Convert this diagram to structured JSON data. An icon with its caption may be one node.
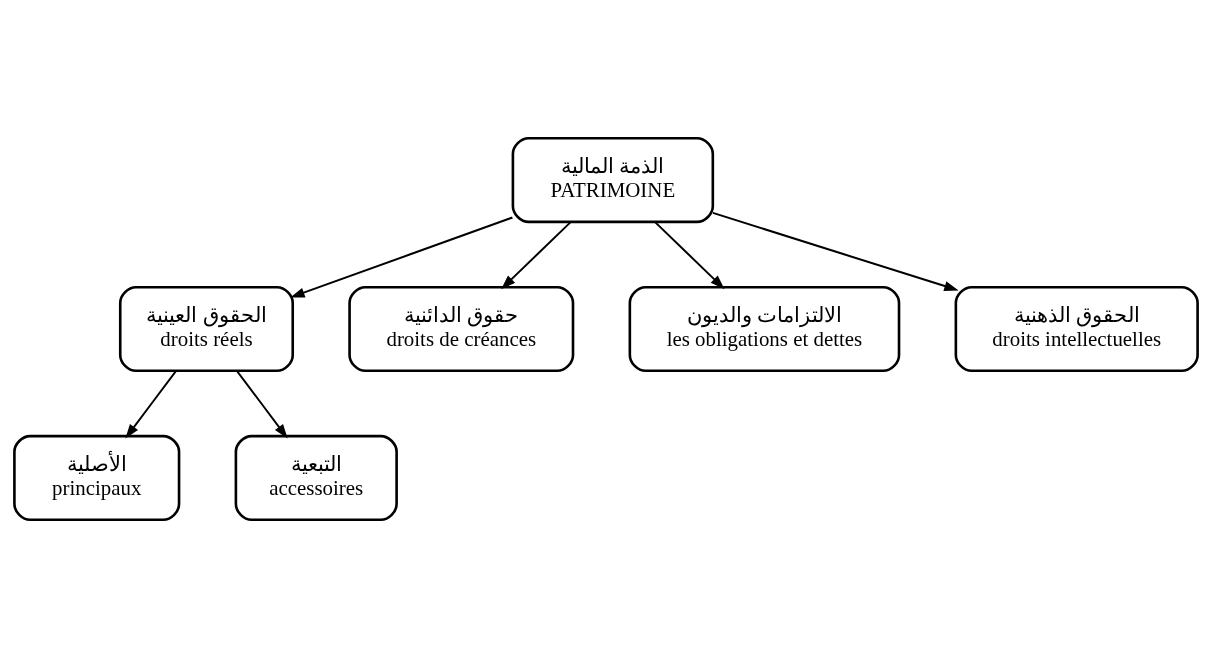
{
  "diagram": {
    "nodes": [
      {
        "text": [
          "الذمة المالية",
          "PATRIMOINE"
        ]
      },
      {
        "text": [
          "الحقوق العينية",
          "droits réels"
        ]
      },
      {
        "text": [
          "الأصلية",
          "principaux"
        ]
      },
      {
        "text": [
          "التبعية",
          "accessoires"
        ]
      },
      {
        "text": [
          "حقوق الدائنية",
          "droits de créances"
        ]
      },
      {
        "text": [
          "الالتزامات والديون",
          "les obligations et dettes"
        ]
      },
      {
        "text": [
          "الحقوق الذهنية",
          "droits intellectuelles"
        ]
      }
    ],
    "edges": [
      {
        "from": 0,
        "to": 5,
        "arrow": "to"
      },
      {
        "from": 0,
        "to": 1,
        "arrow": "to"
      },
      {
        "from": 0,
        "to": 4,
        "arrow": "to"
      },
      {
        "from": 0,
        "to": 6,
        "arrow": "to"
      },
      {
        "from": 1,
        "to": 2,
        "arrow": "to"
      },
      {
        "from": 1,
        "to": 3,
        "arrow": "to"
      }
    ]
  }
}
